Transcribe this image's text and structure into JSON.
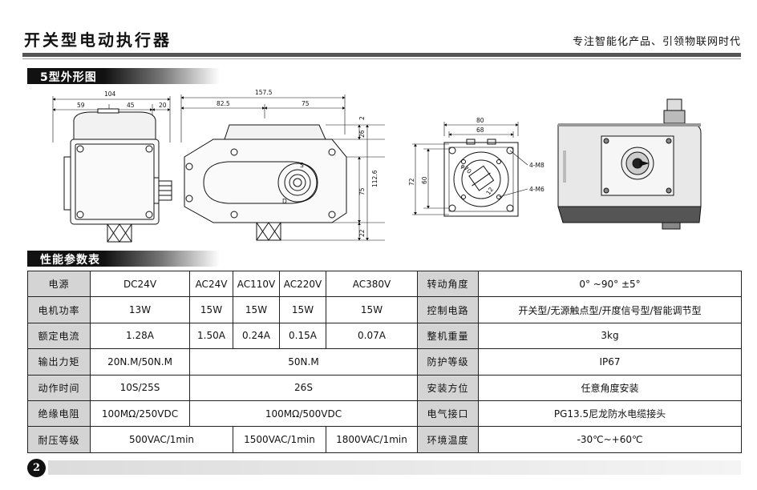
{
  "header": {
    "title": "开关型电动执行器",
    "slogan": "专注智能化产品、引领物联网时代"
  },
  "sections": {
    "outline": "5型外形图",
    "params": "性能参数表"
  },
  "dimensions": {
    "front_width": "104",
    "front_w1": "59",
    "front_w2": "45",
    "front_w3": "20",
    "side_width": "157.5",
    "side_w1": "82.5",
    "side_w2": "75",
    "h_top": "2",
    "h1": "26",
    "h_total": "112.6",
    "h2": "75",
    "h3": "22",
    "flange_w_outer": "80",
    "flange_w_inner": "68",
    "flange_h_outer": "72",
    "flange_h_inner": "60",
    "bolt_m8": "4-M8",
    "bolt_m6": "4-M6",
    "shaft": "12",
    "pcd": "φ70",
    "mark_s": "S",
    "mark_d": "D"
  },
  "table": {
    "rows": [
      [
        "电源",
        "DC24V",
        "AC24V",
        "AC110V",
        "AC220V",
        "AC380V",
        "转动角度",
        "0° ~90° ±5°"
      ],
      [
        "电机功率",
        "13W",
        "15W",
        "15W",
        "15W",
        "15W",
        "控制电路",
        "开关型/无源触点型/开度信号型/智能调节型"
      ],
      [
        "额定电流",
        "1.28A",
        "1.50A",
        "0.24A",
        "0.15A",
        "0.07A",
        "整机重量",
        "3kg"
      ],
      [
        "输出力矩",
        "20N.M/50N.M",
        "50N.M",
        "防护等级",
        "IP67"
      ],
      [
        "动作时间",
        "10S/25S",
        "26S",
        "安装方位",
        "任意角度安装"
      ],
      [
        "绝缘电阻",
        "100MΩ/250VDC",
        "100MΩ/500VDC",
        "电气接口",
        "PG13.5尼龙防水电缆接头"
      ],
      [
        "耐压等级",
        "500VAC/1min",
        "1500VAC/1min",
        "1800VAC/1min",
        "环境温度",
        "-30℃~+60℃"
      ]
    ]
  },
  "page_number": "2"
}
